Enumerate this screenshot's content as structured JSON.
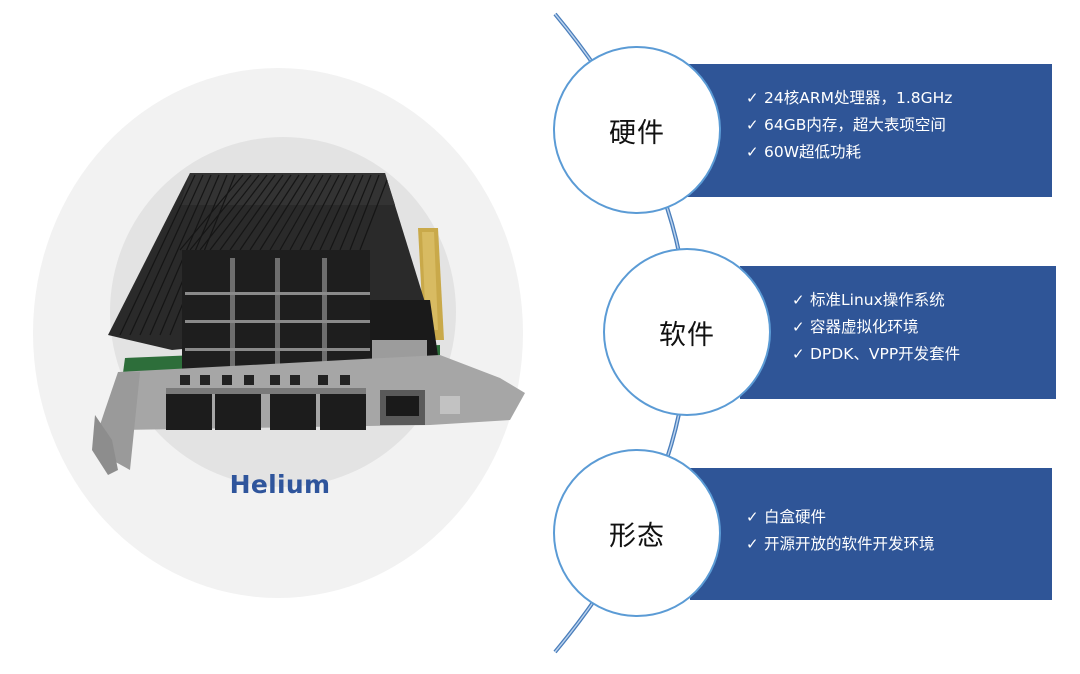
{
  "product": {
    "name": "Helium",
    "image": "network-interface-card-photo",
    "label_color": "#2f559c"
  },
  "colors": {
    "box_fill": "#2f5597",
    "circle_border": "#5b9bd5",
    "background_outer": "#f2f2f2",
    "background_inner": "#e3e3e3",
    "text_light": "#ffffff",
    "text_dark": "#111111"
  },
  "sections": [
    {
      "title": "硬件",
      "icon": "check-icon",
      "items": [
        "24核ARM处理器，1.8GHz",
        "64GB内存，超大表项空间",
        "60W超低功耗"
      ]
    },
    {
      "title": "软件",
      "icon": "check-icon",
      "items": [
        "标准Linux操作系统",
        "容器虚拟化环境",
        "DPDK、VPP开发套件"
      ]
    },
    {
      "title": "形态",
      "icon": "check-icon",
      "items": [
        "白盒硬件",
        "开源开放的软件开发环境"
      ]
    }
  ],
  "check_glyph": "✓"
}
